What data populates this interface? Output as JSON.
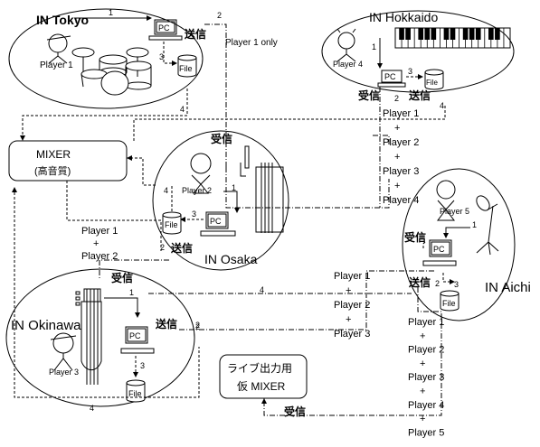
{
  "tokyo": {
    "title": "IN Tokyo",
    "player": "Player 1",
    "send": "送信",
    "pc": "PC",
    "file": "File",
    "n1": "1",
    "n3": "3"
  },
  "hokkaido": {
    "title": "IN Hokkaido",
    "player": "Player 4",
    "receive": "受信",
    "send": "送信",
    "pc": "PC",
    "file": "File",
    "n1": "1",
    "n2": "2",
    "n3": "3"
  },
  "osaka": {
    "title": "IN  Osaka",
    "player": "Player 2",
    "receive": "受信",
    "send": "送信",
    "pc": "PC",
    "file": "File",
    "n1": "1",
    "n2": "2",
    "n3": "3",
    "n4": "4"
  },
  "aichi": {
    "title": "IN Aichi",
    "player": "Player 5",
    "receive": "受信",
    "send": "送信",
    "pc": "PC",
    "file": "File",
    "n1": "1",
    "n2": "2",
    "n3": "3"
  },
  "okinawa": {
    "title": "IN Okinawa",
    "player": "Player 3",
    "receive": "受信",
    "send": "送信",
    "pc": "PC",
    "file": "File",
    "n1": "1",
    "n2": "2",
    "n3": "3",
    "n4": "4"
  },
  "mixer": {
    "line1": "MIXER",
    "line2": "(高音質)"
  },
  "live_mixer": {
    "line1": "ライブ出力用",
    "line2": "仮 MIXER",
    "receive": "受信"
  },
  "labels": {
    "player1_only": "Player 1 only",
    "n2_tokyo": "2",
    "n4_tokyo": "4",
    "n4_hokkaido": "4",
    "n4_osaka_mid": "4",
    "n2_okinawa": "2",
    "n4_okinawa": "4",
    "hk_stack": [
      "Player 1",
      "+",
      "Player 2",
      "+",
      "Player 3",
      "+",
      "Player 4"
    ],
    "osaka_stack": [
      "Player 1",
      "+",
      "Player 2"
    ],
    "mid_stack": [
      "Player 1",
      "+",
      "Player 2",
      "+",
      "Player 3"
    ],
    "bottom_stack": [
      "Player 1",
      "+",
      "Player 2",
      "+",
      "Player 3",
      "+",
      "Player 4",
      "+",
      "Player 5"
    ]
  }
}
